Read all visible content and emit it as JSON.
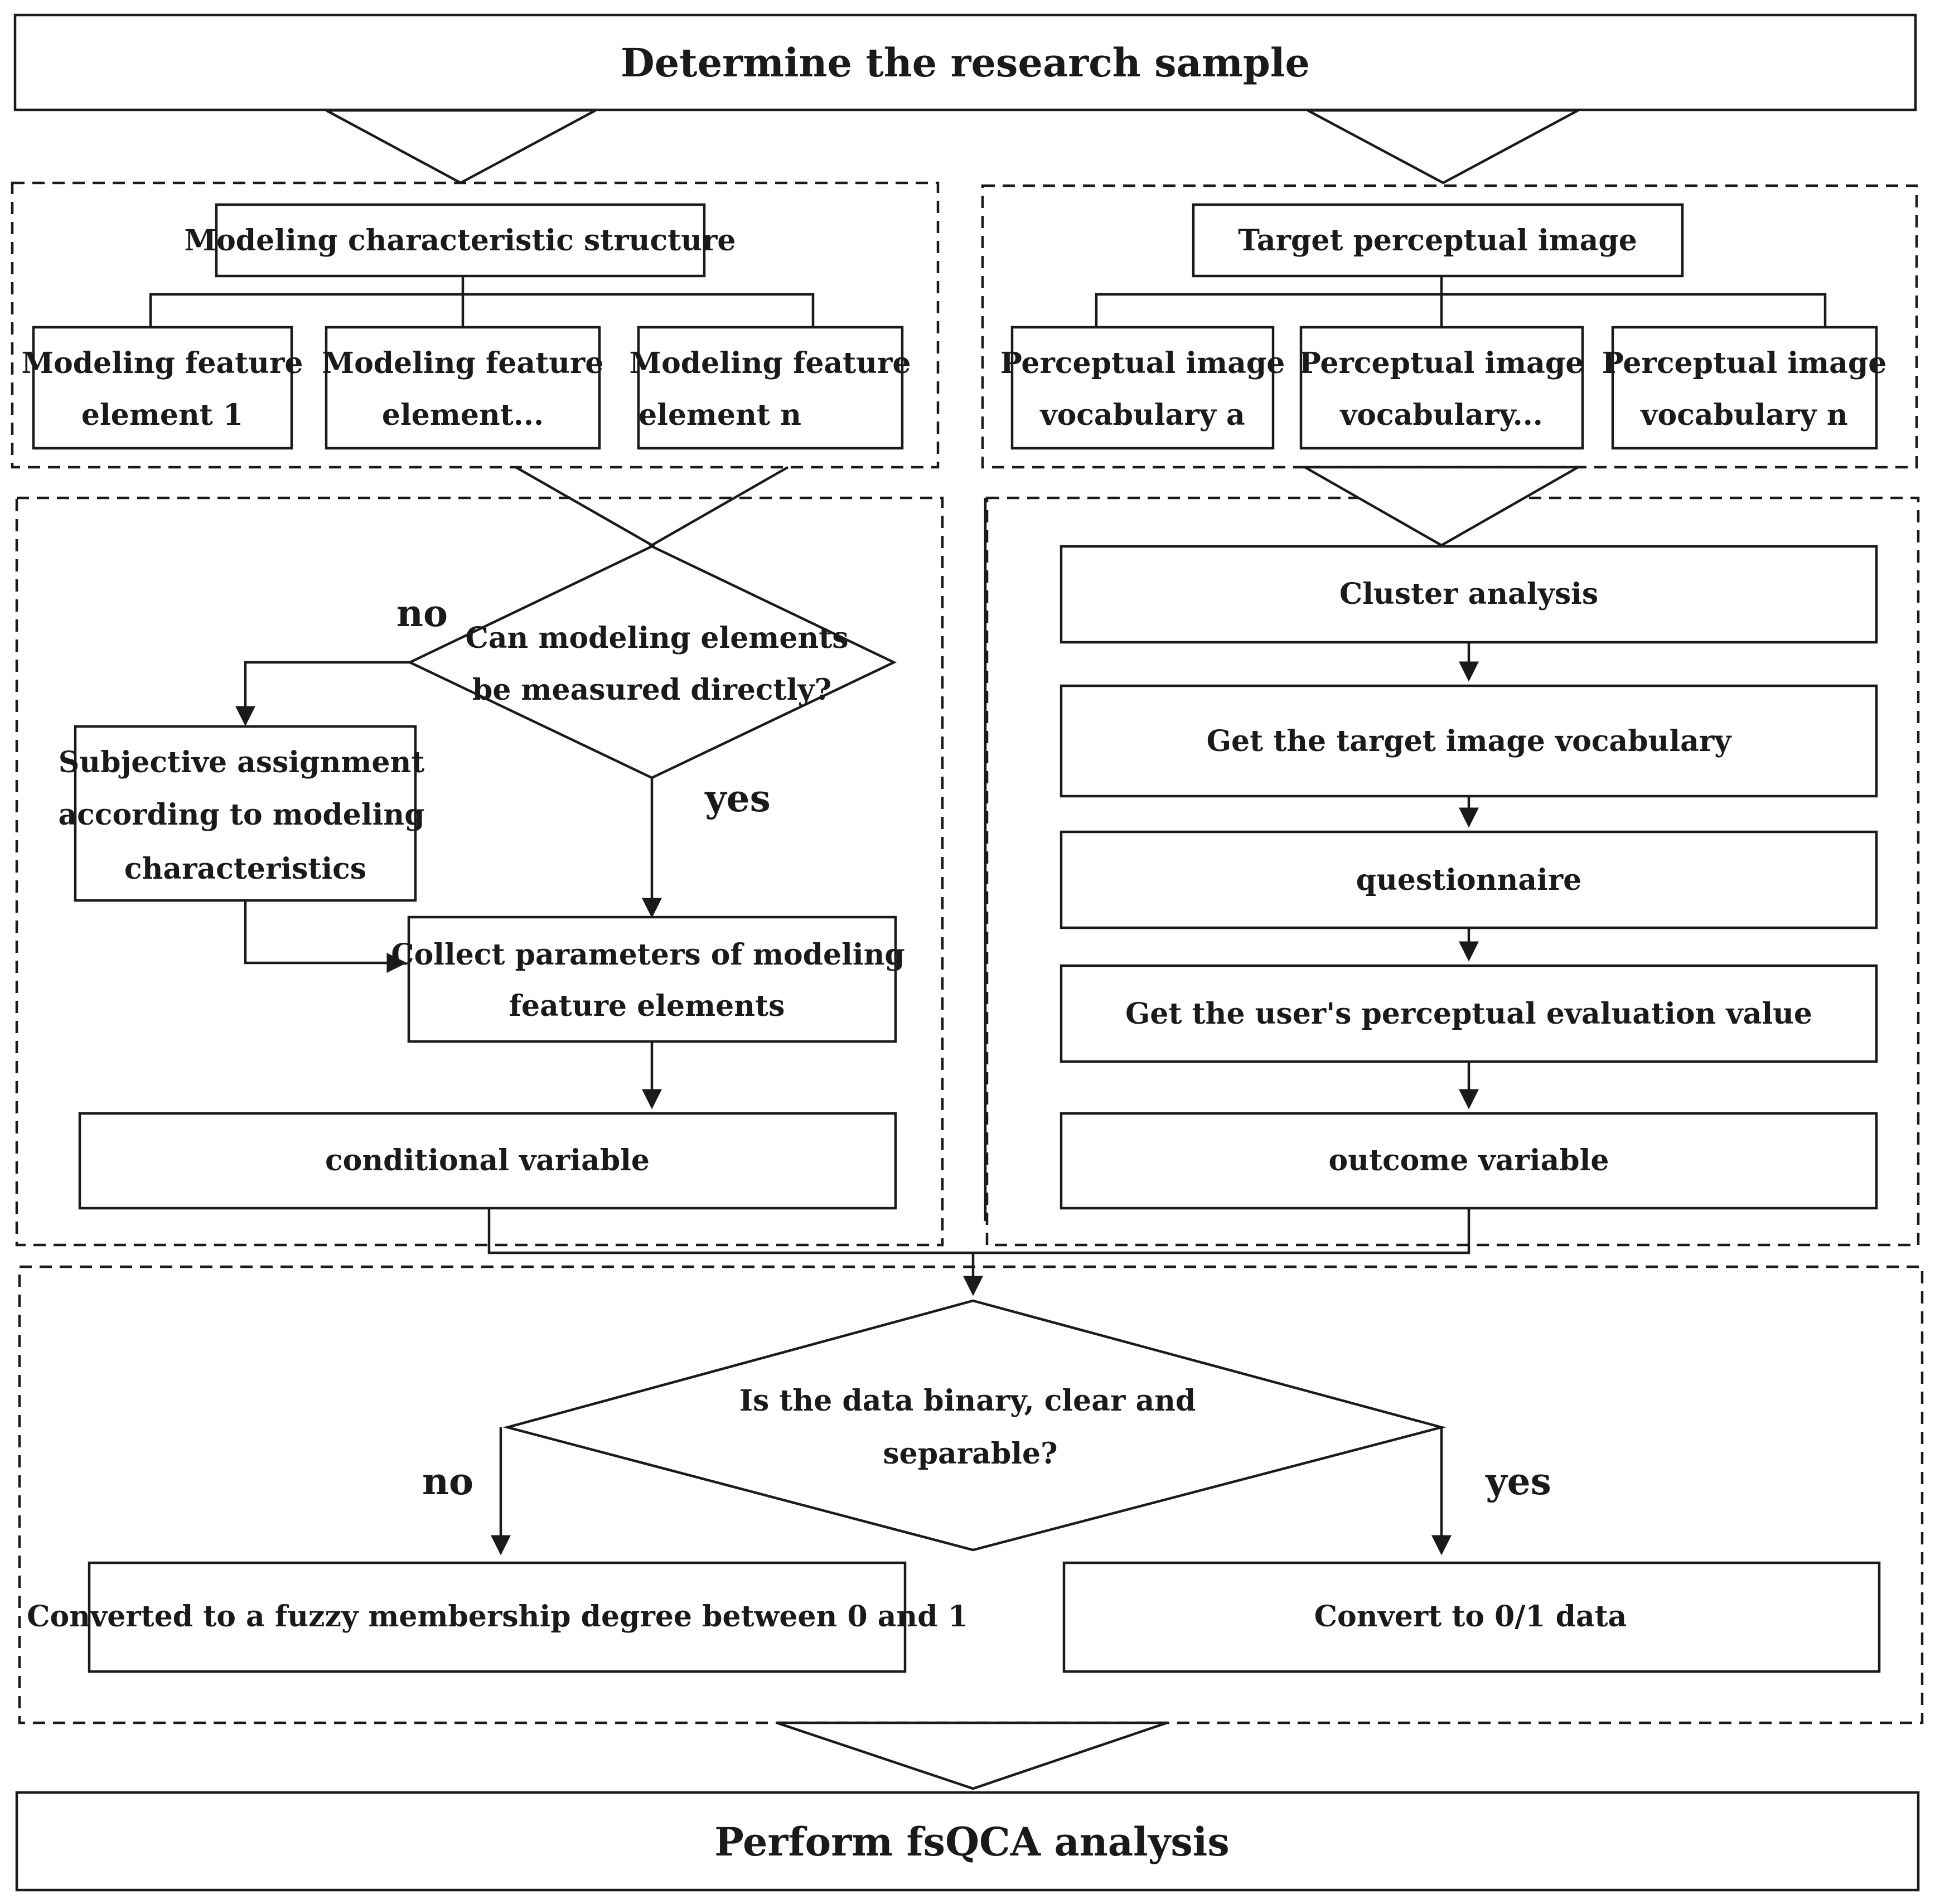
{
  "top": {
    "title": "Determine the research sample"
  },
  "left_group": {
    "header": "Modeling characteristic structure",
    "elements": [
      {
        "line1": "Modeling feature",
        "line2": "element 1"
      },
      {
        "line1": "Modeling feature",
        "line2": "element..."
      },
      {
        "line1": "Modeling feature",
        "line2": "element n"
      }
    ]
  },
  "right_group": {
    "header": "Target perceptual image",
    "elements": [
      {
        "line1": "Perceptual image",
        "line2": "vocabulary a"
      },
      {
        "line1": "Perceptual image",
        "line2": "vocabulary..."
      },
      {
        "line1": "Perceptual image",
        "line2": "vocabulary n"
      }
    ]
  },
  "left_flow": {
    "decision_line1": "Can modeling elements",
    "decision_line2": "be measured directly?",
    "no_label": "no",
    "yes_label": "yes",
    "subjective_line1": "Subjective assignment",
    "subjective_line2": "according to modeling",
    "subjective_line3": "characteristics",
    "collect_line1": "Collect parameters of modeling",
    "collect_line2": "feature elements",
    "result": "conditional variable"
  },
  "right_flow": {
    "steps": [
      "Cluster analysis",
      "Get the target image vocabulary",
      "questionnaire",
      "Get the user's perceptual evaluation value",
      "outcome variable"
    ]
  },
  "bottom_flow": {
    "decision_line1": "Is the data binary, clear and",
    "decision_line2": "separable?",
    "no_label": "no",
    "yes_label": "yes",
    "fuzzy": "Converted to a fuzzy membership degree between 0 and 1",
    "crisp": "Convert to 0/1 data"
  },
  "final": {
    "title": "Perform fsQCA analysis"
  }
}
